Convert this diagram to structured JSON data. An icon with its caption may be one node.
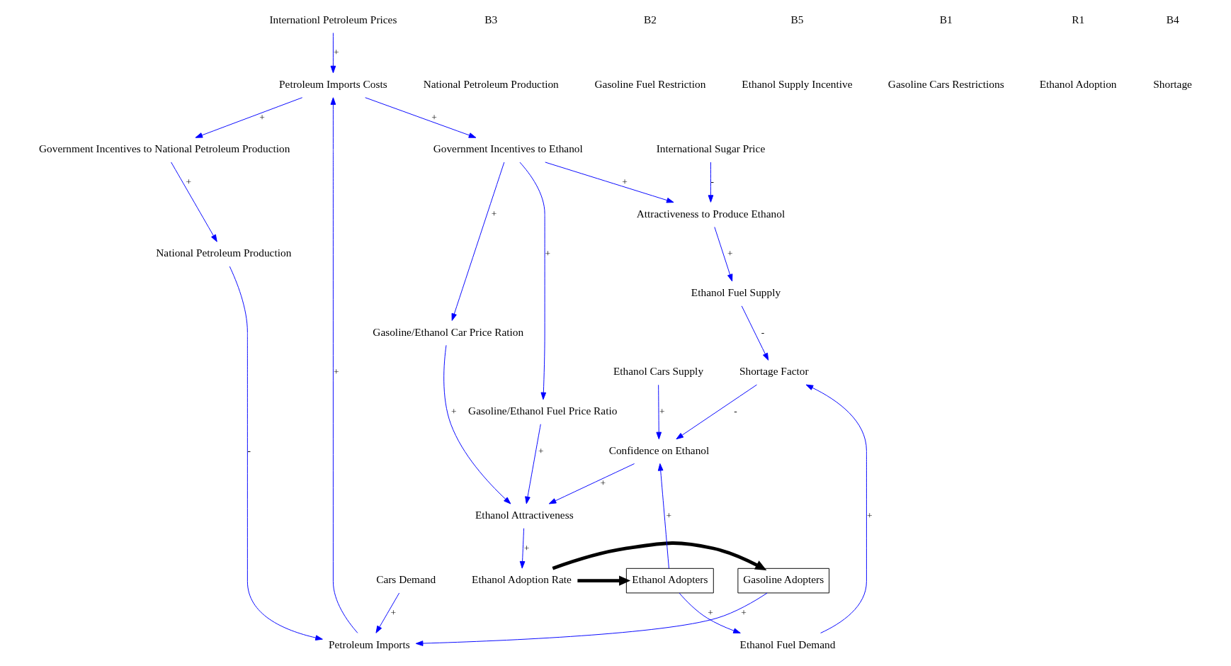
{
  "diagram": {
    "nodes": [
      {
        "text": [
          "Internationl Petroleum Prices"
        ]
      },
      {
        "text": [
          "International Sugar Price"
        ]
      },
      {
        "text": [
          "Government Incentives to National Petroleum Production"
        ]
      },
      {
        "text": [
          "Government Incentives to Ethanol"
        ]
      },
      {
        "text": [
          "Attractiveness to Produce Ethanol"
        ]
      },
      {
        "text": [
          "Ethanol Fuel Supply"
        ]
      },
      {
        "text": [
          "Petroleum Imports Costs"
        ]
      },
      {
        "text": [
          "Gasoline/Ethanol Car Price Ration"
        ]
      },
      {
        "text": [
          "Gasoline/Ethanol Fuel Price Ratio"
        ]
      },
      {
        "text": [
          "Ethanol Cars Supply"
        ]
      },
      {
        "text": [
          "National Petroleum Production"
        ]
      },
      {
        "text": [
          "Shortage Factor"
        ]
      },
      {
        "text": [
          "Petroleum Imports"
        ]
      },
      {
        "text": [
          "Confidence on Ethanol"
        ]
      },
      {
        "text": [
          "Ethanol Attractiveness"
        ]
      },
      {
        "text": [
          "Cars Demand"
        ]
      },
      {
        "text": [
          "Ethanol Fuel Demand"
        ]
      },
      {
        "text": [
          "Gasoline Adopters"
        ]
      },
      {
        "text": [
          "Ethanol Adoption Rate"
        ]
      },
      {
        "text": [
          "Ethanol Adopters"
        ]
      }
    ],
    "edges": [
      {
        "from": 0,
        "to": 6,
        "arrow": "to",
        "label": "+"
      },
      {
        "from": 6,
        "to": 2,
        "arrow": "to",
        "label": "+"
      },
      {
        "from": 6,
        "to": 3,
        "arrow": "to",
        "label": "+"
      },
      {
        "from": 1,
        "to": 4,
        "arrow": "to",
        "label": "-"
      },
      {
        "from": 3,
        "to": 4,
        "arrow": "to",
        "label": "+"
      },
      {
        "from": 4,
        "to": 5,
        "arrow": "to",
        "label": "+"
      },
      {
        "from": 2,
        "to": 10,
        "arrow": "to",
        "label": "+"
      },
      {
        "from": 3,
        "to": 7,
        "arrow": "to",
        "label": "+"
      },
      {
        "from": 3,
        "to": 8,
        "arrow": "to",
        "label": "+"
      },
      {
        "from": 5,
        "to": 11,
        "arrow": "to",
        "label": "-"
      },
      {
        "from": 12,
        "to": 6,
        "arrow": "to",
        "label": "+"
      },
      {
        "from": 10,
        "to": 12,
        "arrow": "to",
        "label": "-"
      },
      {
        "from": 7,
        "to": 14,
        "arrow": "to",
        "label": "+"
      },
      {
        "from": 8,
        "to": 14,
        "arrow": "to",
        "label": "+"
      },
      {
        "from": 13,
        "to": 14,
        "arrow": "to",
        "label": "+"
      },
      {
        "from": 9,
        "to": 13,
        "arrow": "to",
        "label": "+"
      },
      {
        "from": 11,
        "to": 13,
        "arrow": "to",
        "label": "-"
      },
      {
        "from": 15,
        "to": 12,
        "arrow": "to",
        "label": "+"
      },
      {
        "from": 17,
        "to": 12,
        "arrow": "to",
        "label": "+"
      },
      {
        "from": 14,
        "to": 18,
        "arrow": "to",
        "label": "+"
      },
      {
        "from": 19,
        "to": 13,
        "arrow": "to",
        "label": "+"
      },
      {
        "from": 19,
        "to": 16,
        "arrow": "to",
        "label": "+"
      },
      {
        "from": 16,
        "to": 11,
        "arrow": "to",
        "label": "+"
      },
      {
        "from": 18,
        "to": 17,
        "arrow": "to",
        "style": "thick",
        "color": "#000000"
      },
      {
        "from": 18,
        "to": 19,
        "arrow": "to",
        "style": "thick",
        "color": "#000000"
      }
    ],
    "labels": [
      "B3",
      "National Petroleum Production",
      "B2",
      "Gasoline Fuel Restriction",
      "B5",
      "Ethanol Supply Incentive",
      "B1",
      "Gasoline Cars Restrictions",
      "R1",
      "Ethanol Adoption",
      "B4",
      "Shortage"
    ]
  }
}
